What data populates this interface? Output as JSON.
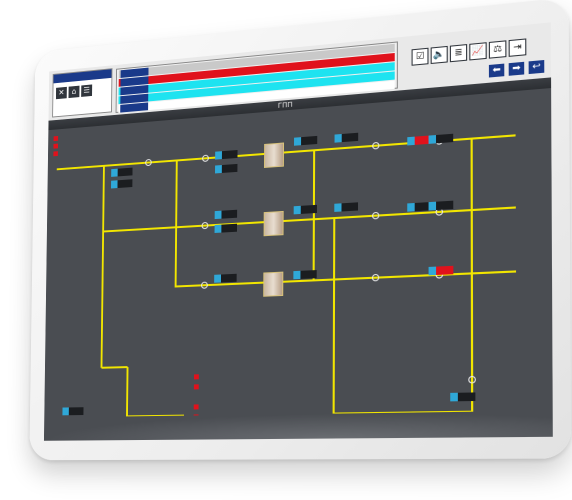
{
  "app": {
    "logo_label": "",
    "screen_title": "ГПП",
    "right_label": "",
    "user_label": "",
    "datetime": ""
  },
  "nav_icons": [
    "close-icon",
    "home-icon",
    "menu-icon"
  ],
  "control_icons": [
    "checkbox-icon",
    "sound-icon",
    "list-icon",
    "trend-icon",
    "balance-icon",
    "exit-icon"
  ],
  "arrow_buttons": [
    {
      "name": "back-arrow-button",
      "glyph": "⬅"
    },
    {
      "name": "forward-arrow-button",
      "glyph": "➡"
    },
    {
      "name": "return-arrow-button",
      "glyph": "↩"
    }
  ],
  "alarms": [
    {
      "time": "",
      "text": "",
      "state": "grey"
    },
    {
      "time": "",
      "text": "",
      "state": "red"
    },
    {
      "time": "",
      "text": "",
      "state": "cyan"
    },
    {
      "time": "",
      "text": "",
      "state": "cyan"
    },
    {
      "time": "",
      "text": "",
      "state": "white"
    }
  ],
  "alarm_legend": [
    {
      "text": ""
    },
    {
      "text": ""
    },
    {
      "text": ""
    }
  ],
  "value_boxes": [
    {
      "value": "",
      "state": "normal"
    },
    {
      "value": "",
      "state": "normal"
    },
    {
      "value": "",
      "state": "normal"
    },
    {
      "value": "",
      "state": "normal"
    },
    {
      "value": "",
      "state": "normal"
    },
    {
      "value": "",
      "state": "normal"
    },
    {
      "value": "",
      "state": "normal"
    },
    {
      "value": "",
      "state": "normal"
    },
    {
      "value": "",
      "state": "normal"
    },
    {
      "value": "",
      "state": "normal"
    },
    {
      "value": "",
      "state": "alarm"
    },
    {
      "value": "",
      "state": "normal"
    },
    {
      "value": "",
      "state": "normal"
    },
    {
      "value": "",
      "state": "normal"
    },
    {
      "value": "",
      "state": "alarm"
    },
    {
      "value": "",
      "state": "normal"
    },
    {
      "value": "",
      "state": "normal"
    },
    {
      "value": "",
      "state": "normal"
    },
    {
      "value": "",
      "state": "normal"
    },
    {
      "value": "",
      "state": "normal"
    }
  ],
  "equipment": {
    "vessel_labels": [
      "",
      "",
      ""
    ],
    "drain_tank_label": "",
    "status_labels": [
      {
        "text": ""
      },
      {
        "text": ""
      },
      {
        "text": ""
      },
      {
        "text": ""
      }
    ]
  },
  "colors": {
    "pipe": "#f2e600",
    "alarm": "#e0121c",
    "ok_value": "#2cf06c",
    "brand_blue": "#1a3a8a",
    "cyan_alarm": "#1ee3f0"
  }
}
